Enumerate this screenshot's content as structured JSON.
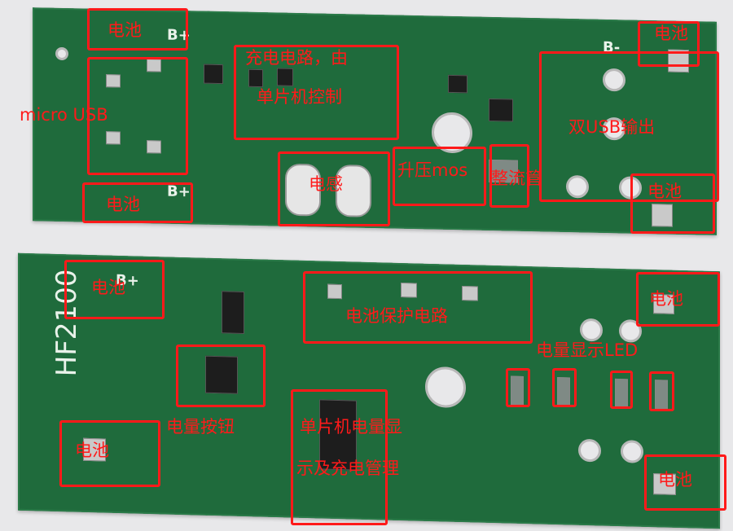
{
  "labels": {
    "battery": "电池",
    "micro_usb": "micro USB",
    "charge_circuit_line1": "充电电路，由",
    "charge_circuit_line2": "单片机控制",
    "inductor": "电感",
    "boost_mos": "升压mos",
    "rectifier": "整流管",
    "dual_usb_output": "双USB输出",
    "battery_protection": "电池保护电路",
    "level_led": "电量显示LED",
    "level_button": "电量按钮",
    "mcu_line1": "单片机电量显",
    "mcu_line2": "示及充电管理"
  },
  "silkscreen": {
    "b_plus": "B+",
    "b_minus": "B-",
    "model": "HF2100"
  },
  "colors": {
    "annotation": "#ff1a1a",
    "pcb": "#1f6b3c",
    "background": "#e8e8ea"
  }
}
